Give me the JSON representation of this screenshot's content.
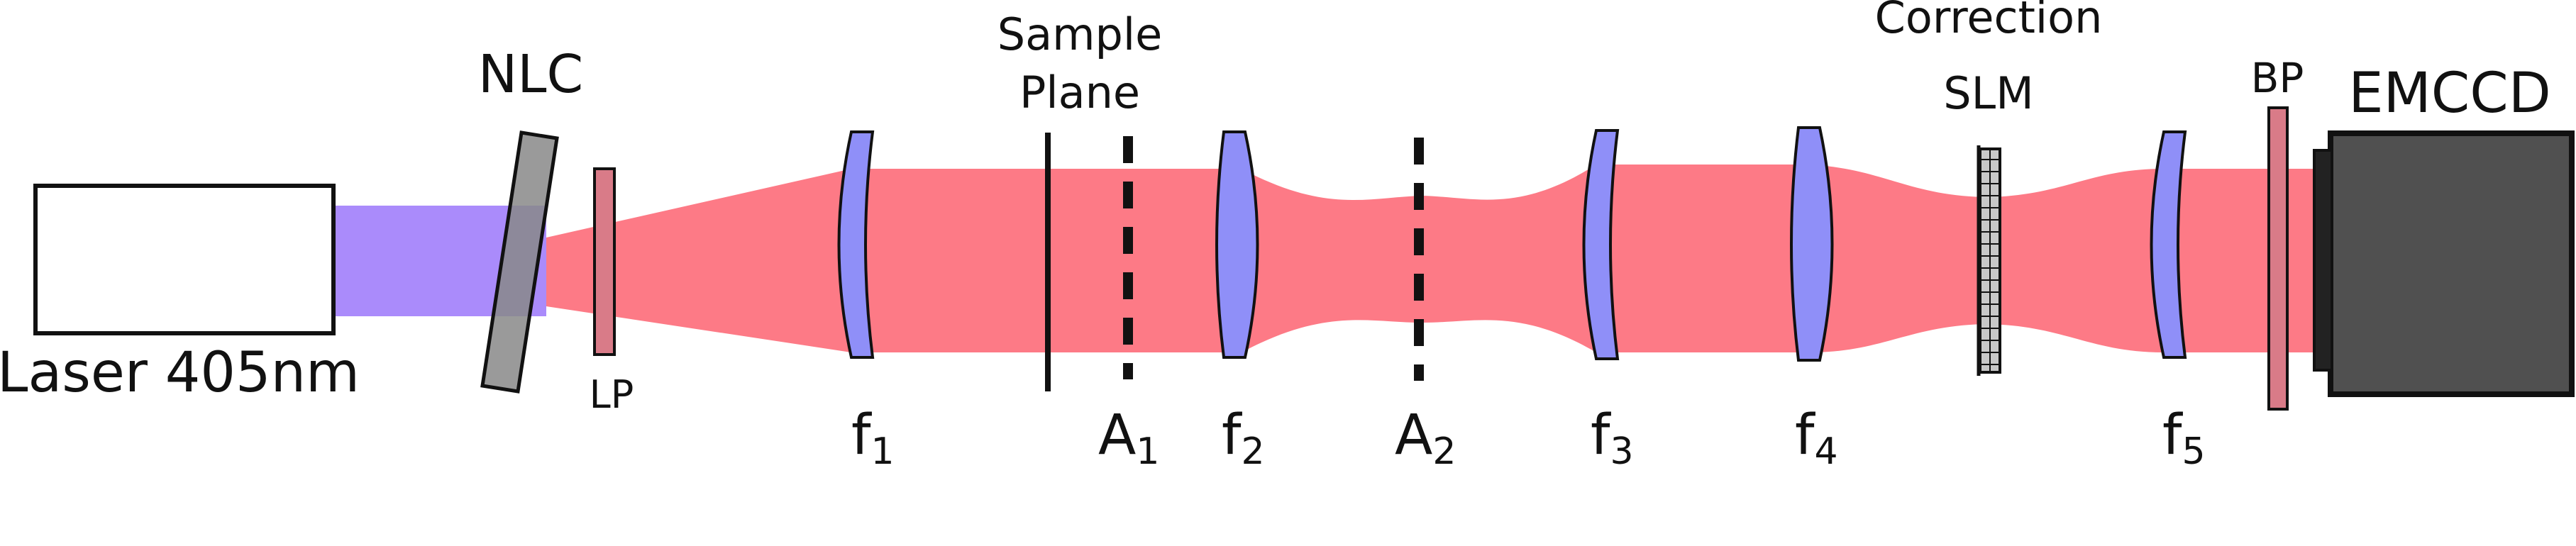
{
  "labels": {
    "laser": "Laser 405nm",
    "nlc": "NLC",
    "lp": "LP",
    "sample_line1": "Sample",
    "sample_line2": "Plane",
    "correction": "Correction",
    "slm": "SLM",
    "bp": "BP",
    "emccd": "EMCCD",
    "lens_letter": "f",
    "aperture_letter": "A",
    "lenses": [
      "1",
      "2",
      "3",
      "4",
      "5"
    ],
    "apertures": [
      "1",
      "2"
    ]
  },
  "colors": {
    "laser_beam": "#a585fb",
    "emission_beam": "#fd7a86",
    "lens_fill": "#8f8ff8",
    "filter_fill": "#d97b88",
    "nlc_fill": "#888888",
    "slm_fill": "#c8c8c8",
    "camera_fill": "#505050",
    "outline": "#111111"
  }
}
